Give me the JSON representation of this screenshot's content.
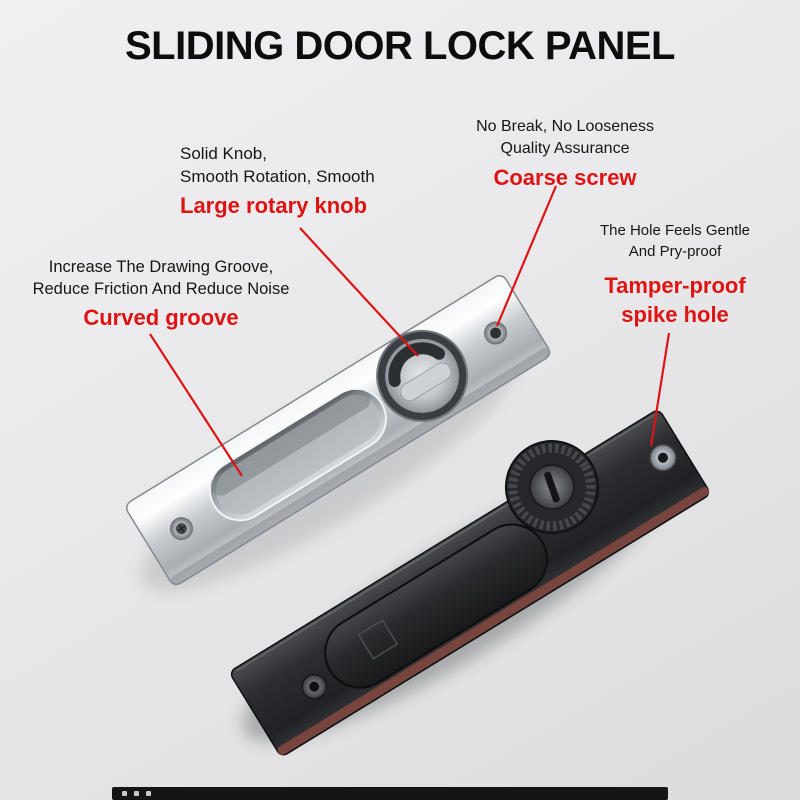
{
  "title": "SLIDING DOOR LOCK PANEL",
  "callouts": {
    "rotary_knob": {
      "desc1": "Solid Knob,",
      "desc2": "Smooth Rotation, Smooth",
      "label": "Large rotary knob"
    },
    "coarse_screw": {
      "desc1": "No Break, No Looseness",
      "desc2": "Quality Assurance",
      "label": "Coarse screw"
    },
    "curved_groove": {
      "desc1": "Increase The Drawing Groove,",
      "desc2": "Reduce Friction And Reduce Noise",
      "label": "Curved groove"
    },
    "spike_hole": {
      "desc1": "The Hole Feels Gentle",
      "desc2": "And Pry-proof",
      "label1": "Tamper-proof",
      "label2": "spike hole"
    }
  },
  "colors": {
    "accent_red": "#de1414",
    "text_black": "#161616",
    "background": "#e9e9eb"
  }
}
